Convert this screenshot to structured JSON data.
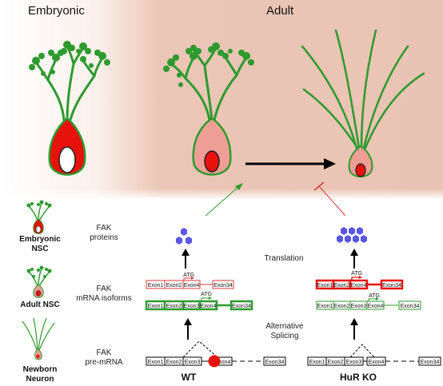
{
  "headers": {
    "embryonic": "Embryonic",
    "adult": "Adult"
  },
  "left_labels": {
    "embryonic_nsc_line1": "Embryonic",
    "embryonic_nsc_line2": "NSC",
    "adult_nsc": "Adult NSC",
    "newborn_line1": "Newborn",
    "newborn_line2": "Neuron"
  },
  "row_labels": {
    "proteins_line1": "FAK",
    "proteins_line2": "proteins",
    "isoforms_line1": "FAK",
    "isoforms_line2": "mRNA isoforms",
    "premrna_line1": "FAK",
    "premrna_line2": "pre-mRNA"
  },
  "process_labels": {
    "translation": "Translation",
    "alt_splicing_line1": "Alternative",
    "alt_splicing_line2": "Splicing"
  },
  "conditions": {
    "wt": "WT",
    "ko": "HuR KO"
  },
  "exons": {
    "e1": "Exon1",
    "e2": "Exon2",
    "e3": "Exon3",
    "e4": "Exon4",
    "e34": "Exon34"
  },
  "atg": "ATG",
  "colors": {
    "background_adult": "#e9c4b5",
    "dendrite_green": "#2e9a2e",
    "neuron_red": "#e8120c",
    "protein_blue": "#5a56e0",
    "inhibit_red": "#d93a3a"
  }
}
